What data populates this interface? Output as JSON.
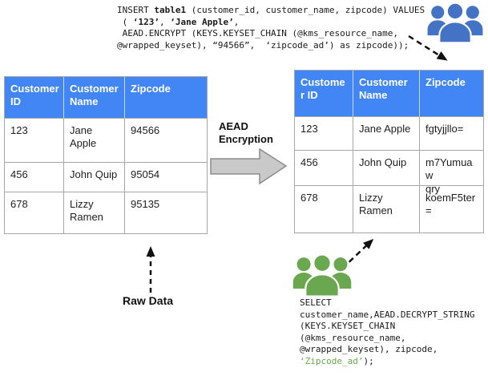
{
  "insert_query": {
    "lines": [
      [
        {
          "t": "INSERT "
        },
        {
          "t": "table1",
          "b": true
        },
        {
          "t": " (customer_id, customer_name, zipcode) VALUES"
        }
      ],
      [
        {
          "t": " ( "
        },
        {
          "t": "‘123’",
          "b": true
        },
        {
          "t": ", "
        },
        {
          "t": "‘Jane Apple’",
          "b": true
        },
        {
          "t": ","
        }
      ],
      [
        {
          "t": " AEAD.ENCRYPT (KEYS.KEYSET_CHAIN (@kms_resource_name,"
        }
      ],
      [
        {
          "t": "@wrapped_keyset), “94566”,  ‘zipcode_ad’) as zipcode));"
        }
      ]
    ]
  },
  "select_query": {
    "lines": [
      [
        {
          "t": "SELECT"
        }
      ],
      [
        {
          "t": "customer_name,AEAD.DECRYPT_STRING"
        }
      ],
      [
        {
          "t": "(KEYS.KEYSET_CHAIN"
        }
      ],
      [
        {
          "t": "(@kms_resource_name,"
        }
      ],
      [
        {
          "t": "@wrapped_keyset), zipcode,"
        }
      ],
      [
        {
          "t": "‘Zipcode_ad’",
          "g": true
        },
        {
          "t": ");"
        }
      ]
    ]
  },
  "raw_table": {
    "headers": [
      "Customer ID",
      "Customer Name",
      "Zipcode"
    ],
    "rows": [
      [
        "123",
        "Jane Apple",
        "94566"
      ],
      [
        "456",
        "John Quip",
        "95054"
      ],
      [
        "678",
        "Lizzy Ramen",
        "95135"
      ]
    ]
  },
  "encrypted_table": {
    "headers": [
      "Customer ID",
      "Customer Name",
      "Zipcode"
    ],
    "rows": [
      [
        "123",
        "Jane Apple",
        "fgtyjjllo="
      ],
      [
        "456",
        "John Quip",
        "m7Yumuaw\nqry"
      ],
      [
        "678",
        "Lizzy\nRamen",
        "koemF5ter="
      ]
    ]
  },
  "labels": {
    "transform": "AEAD\nEncryption",
    "raw_data": "Raw Data"
  },
  "icons": {
    "insert_actor": "users-group-icon-blue",
    "select_actor": "users-group-icon-green"
  },
  "colors": {
    "table_header_bg": "#4285F4",
    "insert_icon": "#4472C4",
    "select_icon": "#6AA84F",
    "code_highlight": "#6AA84F",
    "block_arrow_fill": "#C9C9C9",
    "block_arrow_border": "#8C8C8C"
  }
}
